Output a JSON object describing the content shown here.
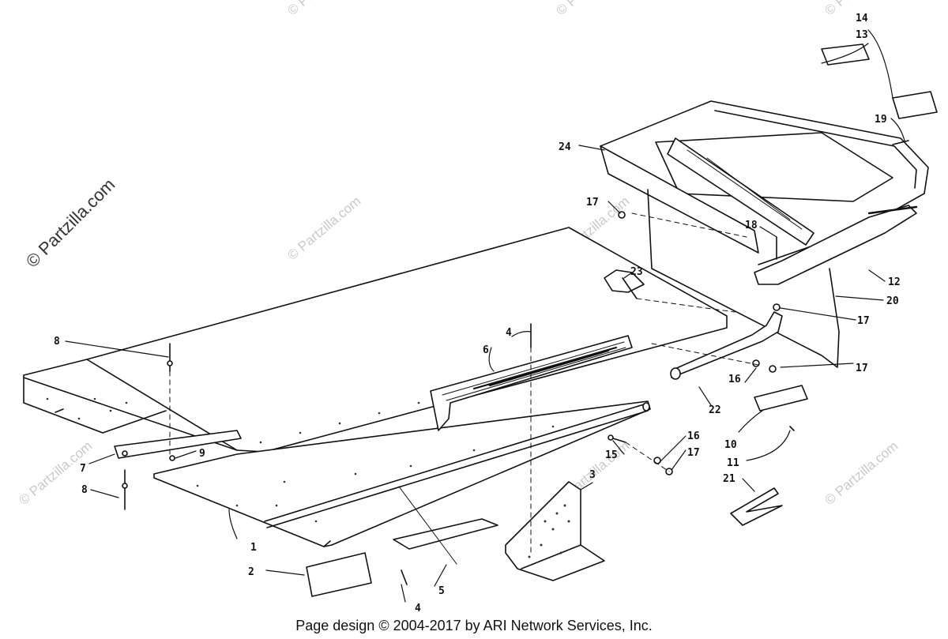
{
  "watermark": {
    "text": "© Partzilla.com",
    "main_text": "© Partzilla.com"
  },
  "callouts": [
    {
      "id": "c1",
      "label": "1"
    },
    {
      "id": "c2",
      "label": "2"
    },
    {
      "id": "c3",
      "label": "3"
    },
    {
      "id": "c4a",
      "label": "4"
    },
    {
      "id": "c4b",
      "label": "4"
    },
    {
      "id": "c5",
      "label": "5"
    },
    {
      "id": "c6",
      "label": "6"
    },
    {
      "id": "c7",
      "label": "7"
    },
    {
      "id": "c8a",
      "label": "8"
    },
    {
      "id": "c8b",
      "label": "8"
    },
    {
      "id": "c9",
      "label": "9"
    },
    {
      "id": "c10",
      "label": "10"
    },
    {
      "id": "c11",
      "label": "11"
    },
    {
      "id": "c12",
      "label": "12"
    },
    {
      "id": "c13",
      "label": "13"
    },
    {
      "id": "c14",
      "label": "14"
    },
    {
      "id": "c15",
      "label": "15"
    },
    {
      "id": "c16a",
      "label": "16"
    },
    {
      "id": "c16b",
      "label": "16"
    },
    {
      "id": "c17a",
      "label": "17"
    },
    {
      "id": "c17b",
      "label": "17"
    },
    {
      "id": "c17c",
      "label": "17"
    },
    {
      "id": "c17d",
      "label": "17"
    },
    {
      "id": "c18",
      "label": "18"
    },
    {
      "id": "c19",
      "label": "19"
    },
    {
      "id": "c20",
      "label": "20"
    },
    {
      "id": "c21",
      "label": "21"
    },
    {
      "id": "c22",
      "label": "22"
    },
    {
      "id": "c23",
      "label": "23"
    },
    {
      "id": "c24",
      "label": "24"
    }
  ],
  "footer": {
    "text": "Page design © 2004-2017 by ARI Network Services, Inc."
  }
}
